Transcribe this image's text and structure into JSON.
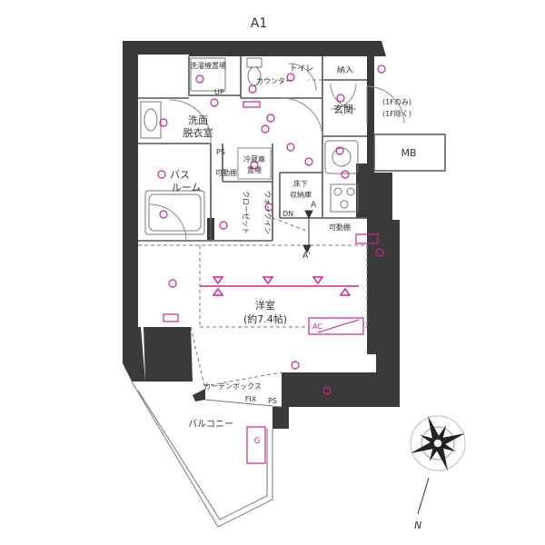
{
  "plan": {
    "unit_code": "A1",
    "rooms": {
      "washroom_line1": "洗面",
      "washroom_line2": "脱衣室",
      "toilet": "トイレ",
      "counter": "カウンター",
      "storage_in": "納入",
      "entrance": "玄関",
      "note_1f_only": "(1Fのみ)",
      "note_1f_except": "(1F除く)",
      "mb": "MB",
      "ps_upper": "PS",
      "fridge_line1": "冷蔵庫",
      "fridge_line2": "置場",
      "movable_shelf": "可動棚",
      "underfloor_line1": "床下",
      "underfloor_line2": "収納庫",
      "bath_line1": "バス",
      "bath_line2": "ルーム",
      "walkin": "ウォークイン",
      "closet": "クローゼット",
      "dn": "DN",
      "movable_shelf_2": "可動棚",
      "washer_tray": "洗濯機置場",
      "up": "UP",
      "room_name": "洋室",
      "room_size": "(約7.4帖)",
      "ac": "AC",
      "curtain_box": "カーテンボックス",
      "fix": "FIX",
      "ps_lower": "PS",
      "balcony": "バルコニー",
      "section_a": "A",
      "section_a_prime": "A'",
      "gas_meter": "G"
    },
    "compass": {
      "north": "N"
    },
    "colors": {
      "wall": "#3a3a3a",
      "line": "#666666",
      "accent": "#d21f8c"
    }
  }
}
